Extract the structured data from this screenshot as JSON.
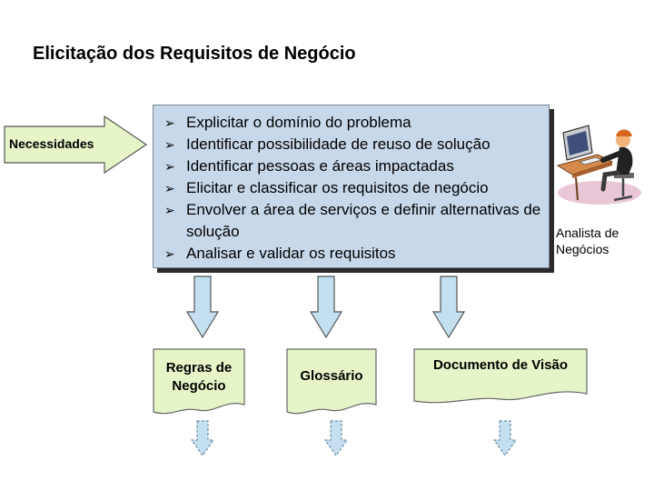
{
  "title": "Elicitação dos Requisitos de Negócio",
  "input": {
    "label": "Necessidades"
  },
  "activities": [
    "Explicitar o domínio do problema",
    "Identificar possibilidade de reuso de solução",
    "Identificar pessoas e áreas impactadas",
    "Elicitar e classificar os requisitos de negócio",
    "Envolver a área de serviços e definir alternativas de solução",
    "Analisar e validar os requisitos"
  ],
  "actor": {
    "label": "Analista de\nNegócios",
    "icon": "analyst-at-computer-icon"
  },
  "outputs": [
    {
      "label": "Regras de\nNegócio"
    },
    {
      "label": "Glossário"
    },
    {
      "label": "Documento de Visão"
    }
  ],
  "colors": {
    "arrow_fill": "#e6f5c8",
    "activity_box": "#c7d8ea",
    "down_arrow": "#c3dff0",
    "document_fill": "#e6f5c8"
  }
}
